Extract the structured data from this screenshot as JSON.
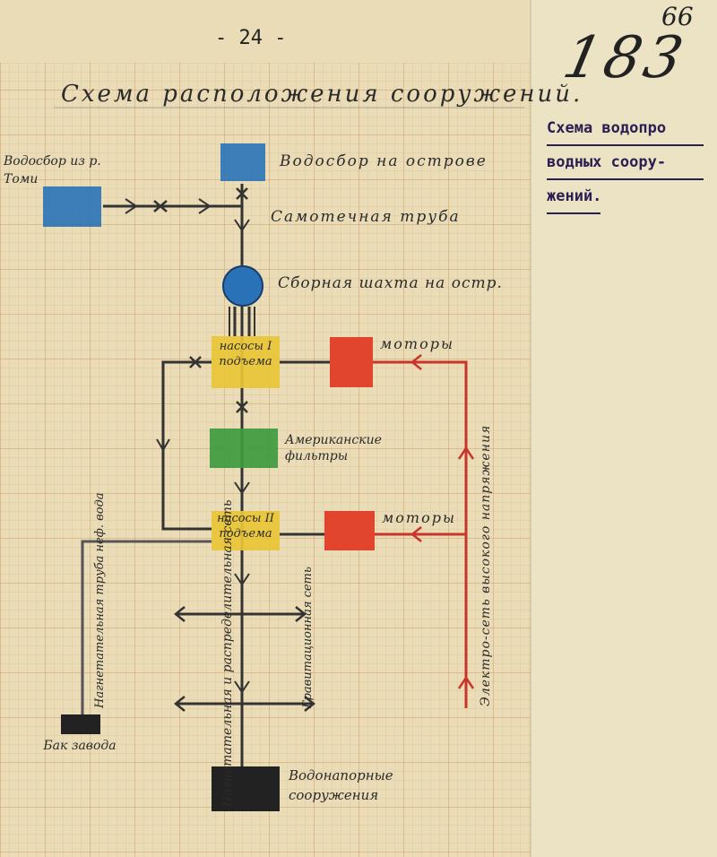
{
  "page": {
    "page_number": "- 24 -",
    "folio_number": "183",
    "folio_number_extra": "66",
    "title": "Схема расположения сооружений."
  },
  "side_note": {
    "lines": [
      "Схема водопро",
      "водных соору-",
      "жений."
    ]
  },
  "labels": {
    "intake_river": "Водосбор из р. Томи",
    "intake_island": "Водосбор на острове",
    "gravity_pipe": "Самотечная труба",
    "collecting_well": "Сборная шахта на остр.",
    "pumps_1": "насосы I подъема",
    "motors_1": "моторы",
    "filters": "Американские фильтры",
    "pumps_2": "насосы II подъема",
    "motors_2": "моторы",
    "power_grid": "Электро-сеть высокого напряжения",
    "pipe_factory": "Нагнетательная труба неф. вода",
    "tank": "Бак завода",
    "main_pipe": "Нагнетательная и распределительная сеть",
    "pipe_network": "Гравитационная сеть",
    "water_tower": "Водонапорные сооружения"
  },
  "colors": {
    "paper": "#e9dcb7",
    "grid": "#d49a63",
    "pipe": "#333333",
    "power": "#c8352b",
    "intake_blue": "#2a72b8",
    "pump_yellow": "#e8c436",
    "filter_green": "#3d9a3e",
    "motor_red": "#e2452e",
    "tower_black": "#222222",
    "typed_ink": "#2b1e52",
    "folio_ink": "#222222"
  }
}
